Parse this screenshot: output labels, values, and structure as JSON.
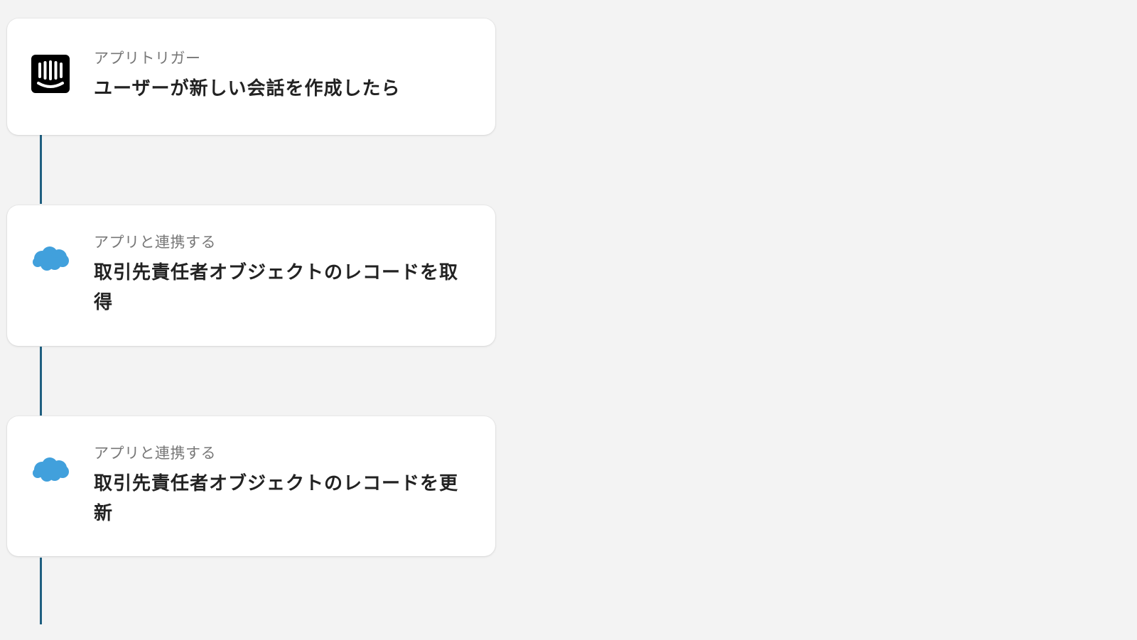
{
  "flow": {
    "steps": [
      {
        "kind_label": "アプリトリガー",
        "title": "ユーザーが新しい会話を作成したら",
        "icon": "intercom-icon",
        "icon_color": "#000000"
      },
      {
        "kind_label": "アプリと連携する",
        "title": "取引先責任者オブジェクトのレコードを取得",
        "icon": "salesforce-cloud-icon",
        "icon_color": "#41a0dc"
      },
      {
        "kind_label": "アプリと連携する",
        "title": "取引先責任者オブジェクトのレコードを更新",
        "icon": "salesforce-cloud-icon",
        "icon_color": "#41a0dc"
      }
    ],
    "connector_color": "#1f5f80"
  }
}
